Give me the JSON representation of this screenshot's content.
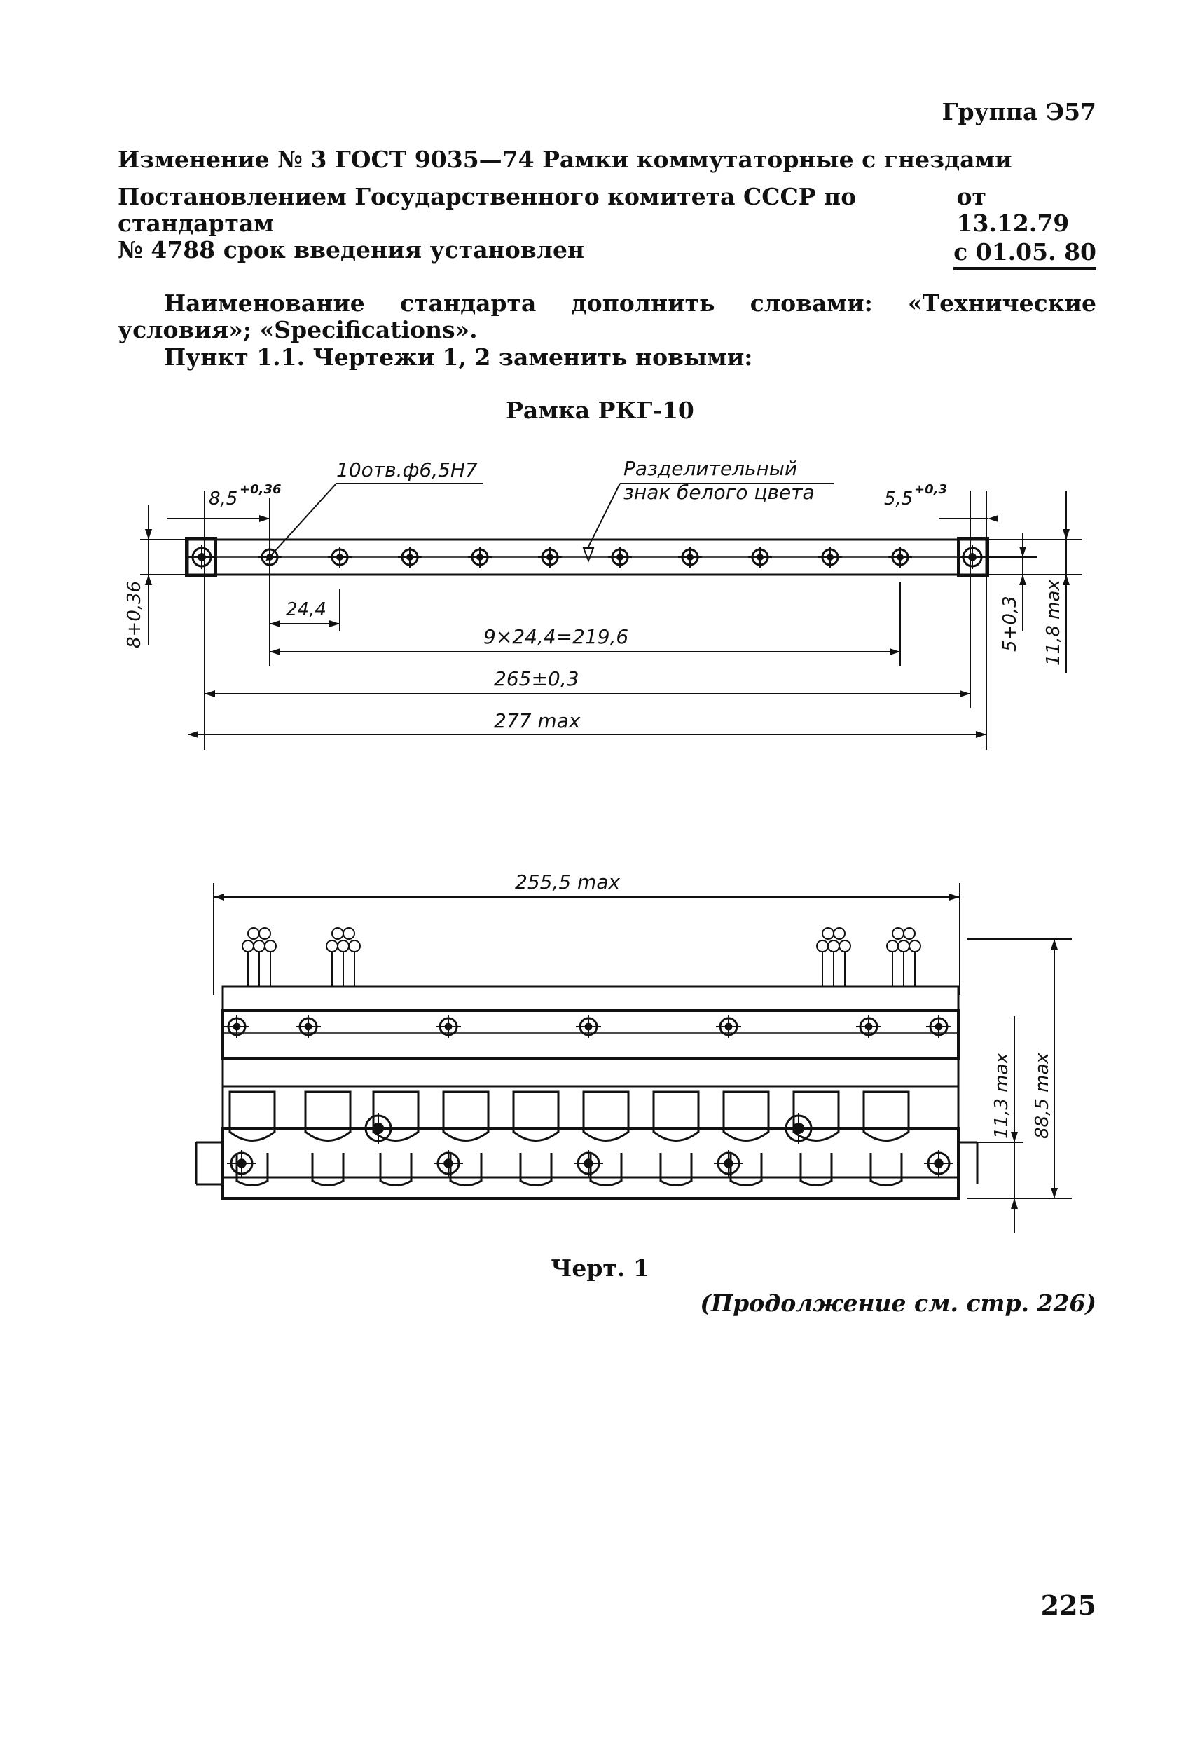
{
  "header": {
    "group": "Группа Э57"
  },
  "amendment": {
    "title": "Изменение № 3 ГОСТ 9035—74 Рамки коммутаторные с гнездами",
    "decree_main": "Постановлением Государственного комитета СССР по стандартам",
    "decree_date": "от 13.12.79",
    "decree_line2": "№ 4788 срок введения установлен",
    "effective_date": "с 01.05. 80"
  },
  "body": {
    "paragraph1": "Наименование стандарта дополнить словами: «Технические условия»; «Specifications».",
    "paragraph2": "Пункт 1.1. Чертежи 1, 2 заменить новыми:"
  },
  "figure": {
    "title": "Рамка РКГ-10",
    "caption": "Черт. 1",
    "continuation": "(Продолжение см. стр. 226)",
    "top_view": {
      "dim_hole_offset": "8,5",
      "dim_hole_offset_tol": "+0,36",
      "holes_note": "10отв.ф6,5Н7",
      "separator_note_line1": "Разделительный",
      "separator_note_line2": "знак белого цвета",
      "dim_right_offset": "5,5",
      "dim_right_offset_tol": "+0,3",
      "dim_left_height": "8+0,36",
      "dim_pitch": "24,4",
      "dim_pitch_total": "9×24,4=219,6",
      "dim_hole_span": "265±0,3",
      "dim_overall_length": "277 max",
      "dim_right_height": "5+0,3",
      "dim_overall_height": "11,8 max",
      "hole_count": 10
    },
    "front_view": {
      "dim_width": "255,5 max",
      "dim_socket_height": "11,3 max",
      "dim_overall_height": "88,5 max"
    }
  },
  "footer": {
    "page_number": "225"
  }
}
